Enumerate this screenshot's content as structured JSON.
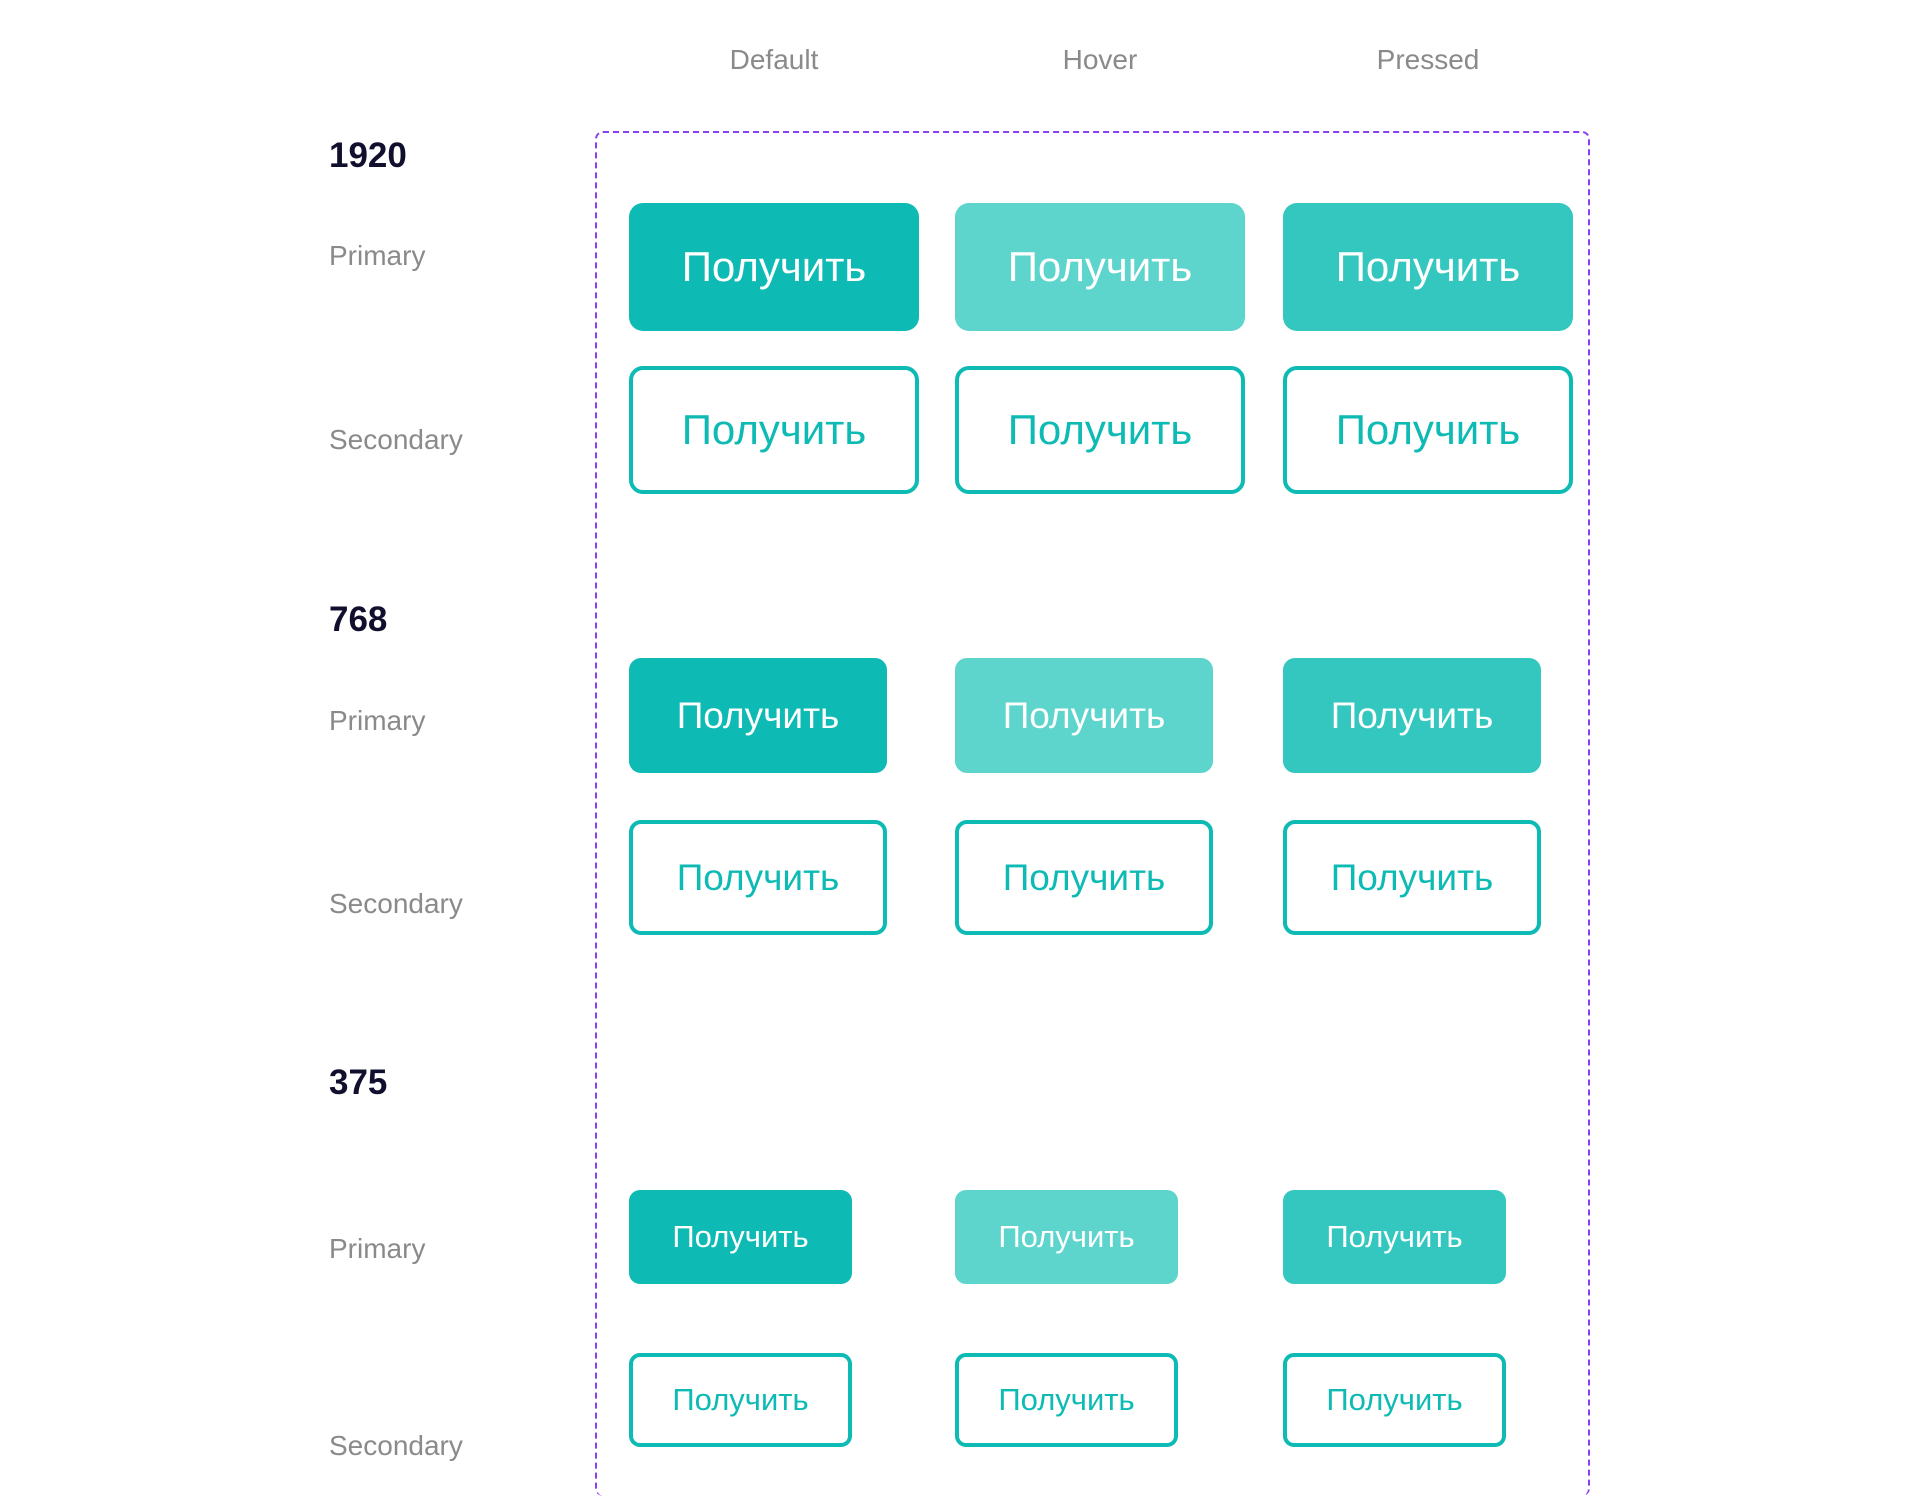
{
  "colors": {
    "default": "#0dbab4",
    "hover": "#5dd4cc",
    "pressed": "#33c7bf",
    "frame_border": "#8a3ff0"
  },
  "columns": [
    "Default",
    "Hover",
    "Pressed"
  ],
  "sections": [
    {
      "title": "1920",
      "primary_label": "Primary",
      "secondary_label": "Secondary",
      "primary_buttons": [
        "Получить",
        "Получить",
        "Получить"
      ],
      "secondary_buttons": [
        "Получить",
        "Получить",
        "Получить"
      ]
    },
    {
      "title": "768",
      "primary_label": "Primary",
      "secondary_label": "Secondary",
      "primary_buttons": [
        "Получить",
        "Получить",
        "Получить"
      ],
      "secondary_buttons": [
        "Получить",
        "Получить",
        "Получить"
      ]
    },
    {
      "title": "375",
      "primary_label": "Primary",
      "secondary_label": "Secondary",
      "primary_buttons": [
        "Получить",
        "Получить",
        "Получить"
      ],
      "secondary_buttons": [
        "Получить",
        "Получить",
        "Получить"
      ]
    }
  ]
}
